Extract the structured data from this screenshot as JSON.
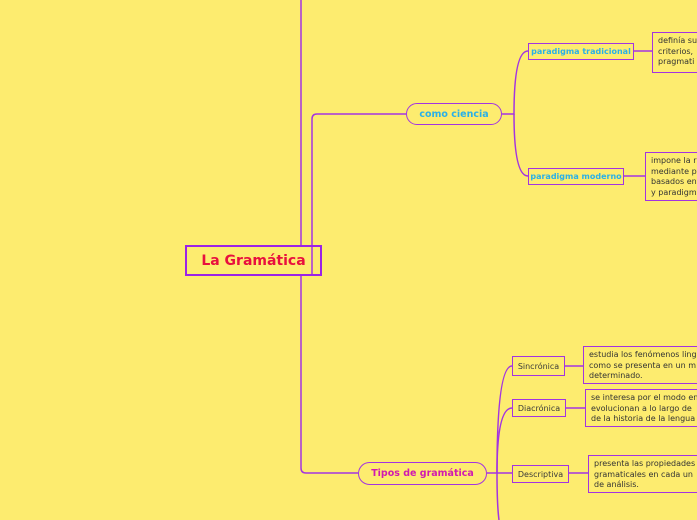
{
  "colors": {
    "background": "#fdec6f",
    "line": "#a334e0",
    "central_text": "#e8103e",
    "branch_blue": "#2ab0e8",
    "branch_magenta": "#d01ab0"
  },
  "central": {
    "label": "La Gramática"
  },
  "branches": [
    {
      "label": "como ciencia",
      "children": [
        {
          "label": "paradigma tradicional",
          "desc": [
            "definía su",
            "criterios,",
            "pragmati"
          ]
        },
        {
          "label": "paradigma moderno",
          "desc": [
            "impone la r",
            "mediante p",
            "basados en",
            "y paradigm"
          ]
        }
      ]
    },
    {
      "label": "Tipos de gramática",
      "children": [
        {
          "label": "Sincrónica",
          "desc": [
            "estudia los fenómenos ling",
            "como se presenta en un m",
            "determinado."
          ]
        },
        {
          "label": "Diacrónica",
          "desc": [
            "se interesa por el modo en",
            "evolucionan a lo largo de",
            "de la historia de la lengua"
          ]
        },
        {
          "label": "Descriptiva",
          "desc": [
            "presenta las propiedades",
            "gramaticales en cada un",
            "de análisis."
          ]
        }
      ]
    }
  ]
}
